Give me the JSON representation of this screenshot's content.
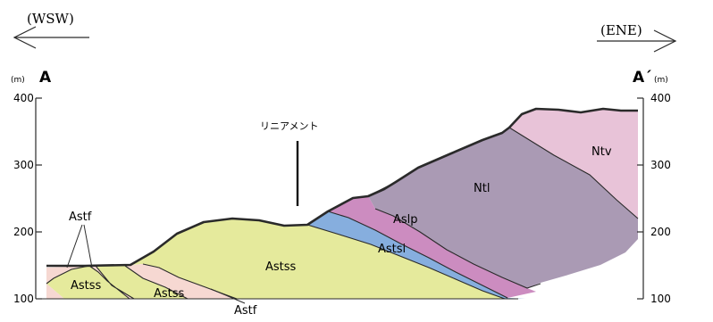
{
  "directions": {
    "west": "(WSW)",
    "east": "(ENE)"
  },
  "section_ends": {
    "start": "A",
    "end": "A´"
  },
  "axis": {
    "unit": "(m)",
    "ticks": [
      "400",
      "300",
      "200",
      "100"
    ]
  },
  "lineament_label": "リニアメント",
  "units": {
    "ntv": "Ntv",
    "ntl": "Ntl",
    "aslp": "Aslp",
    "astsi": "Astsi",
    "astss": "Astss",
    "astss_left": "Astss",
    "astss_mid": "Astss",
    "astf_upper": "Astf",
    "astf_lower": "Astf"
  },
  "colors": {
    "ntv": "#e8c3d8",
    "ntl": "#aa9ab4",
    "aslp": "#cc8cc0",
    "astsi": "#86aede",
    "astss": "#e5ea9c",
    "astf": "#f6d8d2",
    "line": "#2a2a2a"
  }
}
